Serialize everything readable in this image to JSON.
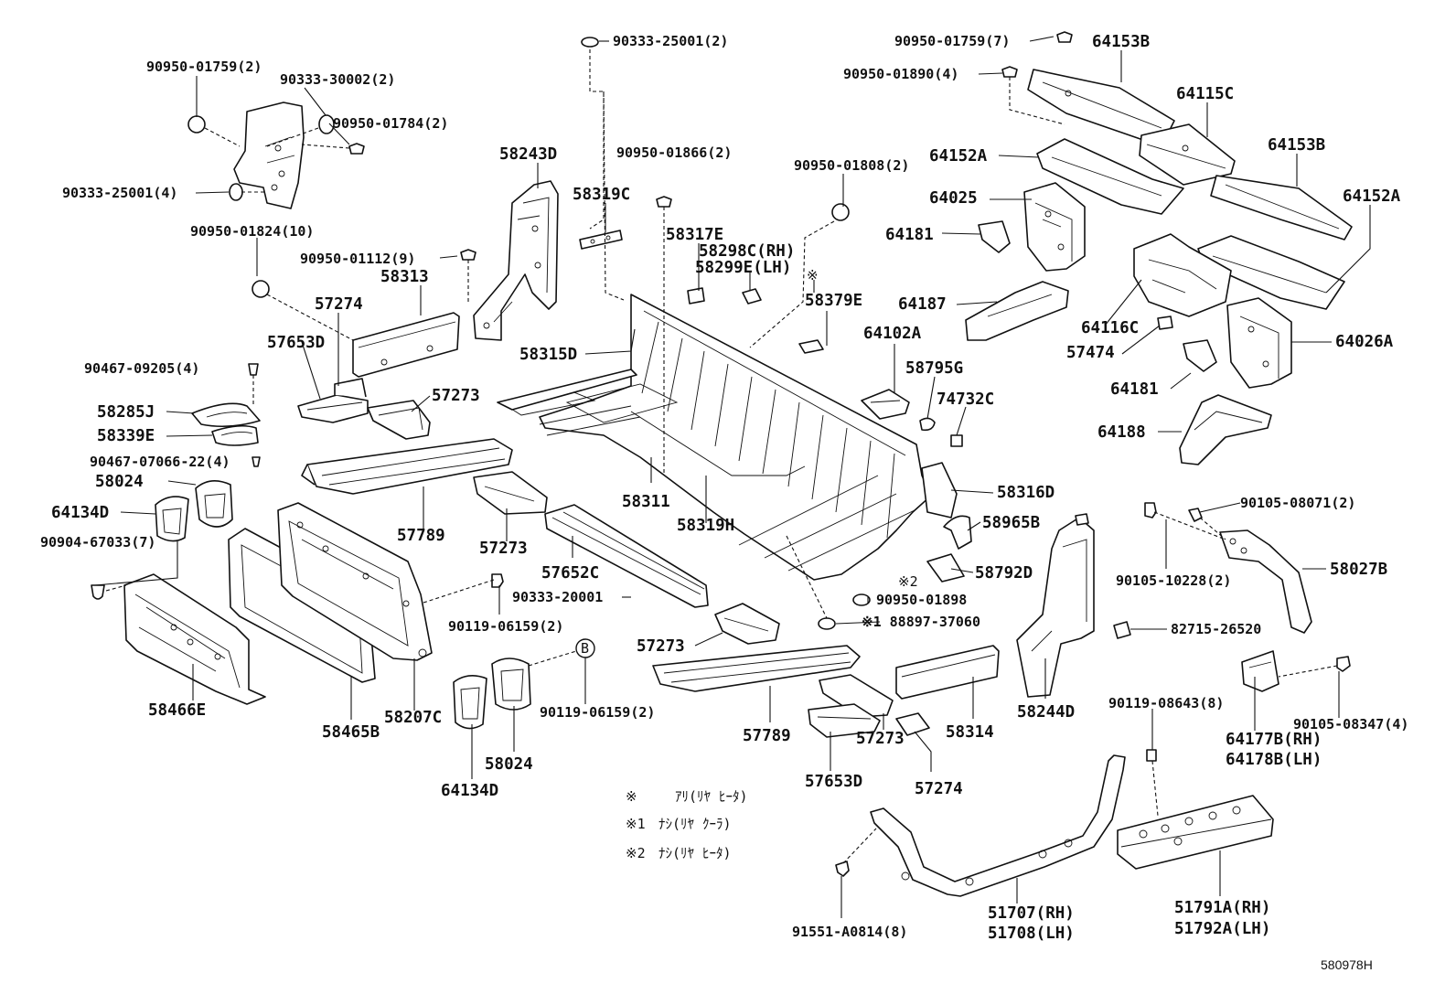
{
  "labels": {
    "l_90950_01759_2": "90950-01759(2)",
    "l_90333_30002_2": "90333-30002(2)",
    "l_90950_01784_2": "90950-01784(2)",
    "l_90333_25001_4": "90333-25001(4)",
    "l_90333_25001_2": "90333-25001(2)",
    "l_90950_01759_7": "90950-01759(7)",
    "l_64153B_a": "64153B",
    "l_90950_01890_4": "90950-01890(4)",
    "l_64115C": "64115C",
    "l_58243D": "58243D",
    "l_90950_01866_2": "90950-01866(2)",
    "l_64152A_a": "64152A",
    "l_64153B_b": "64153B",
    "l_90950_01808_2": "90950-01808(2)",
    "l_58319C": "58319C",
    "l_64025": "64025",
    "l_64152A_b": "64152A",
    "l_90950_01824_10": "90950-01824(10)",
    "l_58317E": "58317E",
    "l_64181_a": "64181",
    "l_58298C": "58298C(RH)",
    "l_58299E": "58299E(LH)",
    "l_90950_01112_9": "90950-01112(9)",
    "l_58313": "58313",
    "l_ref_star": "※",
    "l_58379E": "58379E",
    "l_64187": "64187",
    "l_57274_a": "57274",
    "l_64102A": "64102A",
    "l_64116C": "64116C",
    "l_64026A": "64026A",
    "l_57653D_a": "57653D",
    "l_58315D": "58315D",
    "l_57474": "57474",
    "l_90467_09205_4": "90467-09205(4)",
    "l_58795G": "58795G",
    "l_64181_b": "64181",
    "l_57273_a": "57273",
    "l_74732C": "74732C",
    "l_58285J": "58285J",
    "l_58339E": "58339E",
    "l_64188": "64188",
    "l_90467_07066_22_4": "90467-07066-22(4)",
    "l_58024_a": "58024",
    "l_58316D": "58316D",
    "l_64134D_a": "64134D",
    "l_58311": "58311",
    "l_90105_08071_2": "90105-08071(2)",
    "l_58319H": "58319H",
    "l_58965B": "58965B",
    "l_90904_67033_7": "90904-67033(7)",
    "l_57789_a": "57789",
    "l_57273_b": "57273",
    "l_57652C": "57652C",
    "l_58792D": "58792D",
    "l_90105_10228_2": "90105-10228(2)",
    "l_58027B": "58027B",
    "l_ref_2": "※2",
    "l_90333_20001": "90333-20001",
    "l_90950_01898": "90950-01898",
    "l_90119_06159_2_a": "90119-06159(2)",
    "l_88897_37060": "※1 88897-37060",
    "l_82715_26520": "82715-26520",
    "l_57273_c": "57273",
    "l_B_marker": "B",
    "l_58466E": "58466E",
    "l_90119_08643_8": "90119-08643(8)",
    "l_90105_08347_4": "90105-08347(4)",
    "l_90119_06159_2_b": "90119-06159(2)",
    "l_58207C": "58207C",
    "l_57789_b": "57789",
    "l_58314": "58314",
    "l_58244D": "58244D",
    "l_64177B": "64177B(RH)",
    "l_64178B": "64178B(LH)",
    "l_58465B": "58465B",
    "l_58024_b": "58024",
    "l_57273_d": "57273",
    "l_57653D_b": "57653D",
    "l_57274_b": "57274",
    "l_64134D_b": "64134D",
    "l_51707": "51707(RH)",
    "l_51708": "51708(LH)",
    "l_51791A": "51791A(RH)",
    "l_51792A": "51792A(LH)",
    "l_91551_A0814_8": "91551-A0814(8)",
    "l_diagram_id": "580978H"
  },
  "legend": {
    "row1_mark": "※",
    "row1_text": "ｱﾘ(ﾘﾔ ﾋｰﾀ)",
    "row2_mark": "※1",
    "row2_text": "ﾅｼ(ﾘﾔ ｸｰﾗ)",
    "row3_mark": "※2",
    "row3_text": "ﾅｼ(ﾘﾔ ﾋｰﾀ)"
  }
}
